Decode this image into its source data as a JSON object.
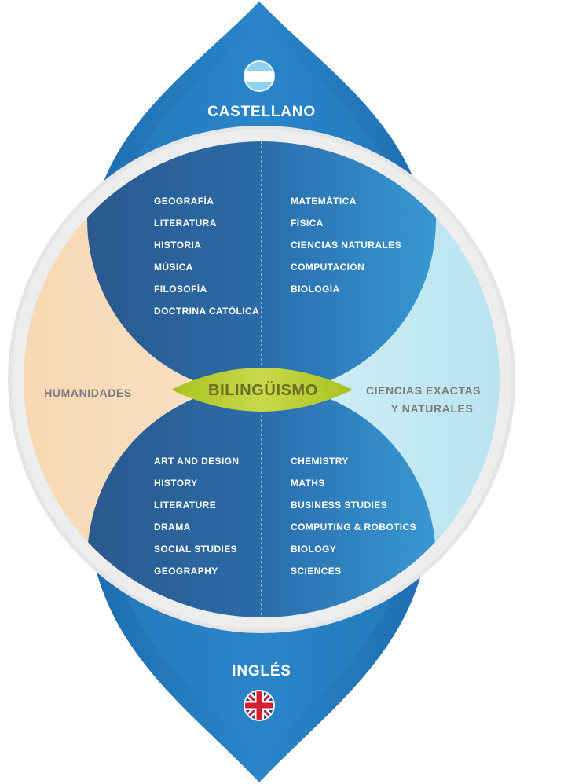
{
  "colors": {
    "primary_blue": "#1f73b8",
    "dark_blue": "#174a85",
    "light_blue": "#3a93d0",
    "ring_gray": "#e6e6e6",
    "humanities_fill": "#f9dcba",
    "sciences_fill": "#c7ebf4",
    "bilingual_green": "#b9cf2a",
    "label_gray": "#7b7b7b"
  },
  "top_language": {
    "label": "CASTELLANO",
    "flag_icon": "argentina-flag-icon"
  },
  "bottom_language": {
    "label": "INGLÉS",
    "flag_icon": "uk-flag-icon"
  },
  "left_label": "HUMANIDADES",
  "right_label": {
    "line1": "CIENCIAS EXACTAS",
    "line2": "Y NATURALES"
  },
  "center_label": "BILINGÜISMO",
  "castellano_humanities": [
    "GEOGRAFÍA",
    "LITERATURA",
    "HISTORIA",
    "MÚSICA",
    "FILOSOFÍA",
    "DOCTRINA CATÓLICA"
  ],
  "castellano_sciences": [
    "MATEMÁTICA",
    "FÍSICA",
    "CIENCIAS NATURALES",
    "COMPUTACIÓN",
    "BIOLOGÍA"
  ],
  "ingles_humanities": [
    "ART AND DESIGN",
    "HISTORY",
    "LITERATURE",
    "DRAMA",
    "SOCIAL STUDIES",
    "GEOGRAPHY"
  ],
  "ingles_sciences": [
    "CHEMISTRY",
    "MATHS",
    "BUSINESS STUDIES",
    "COMPUTING & ROBOTICS",
    "BIOLOGY",
    "SCIENCES"
  ]
}
